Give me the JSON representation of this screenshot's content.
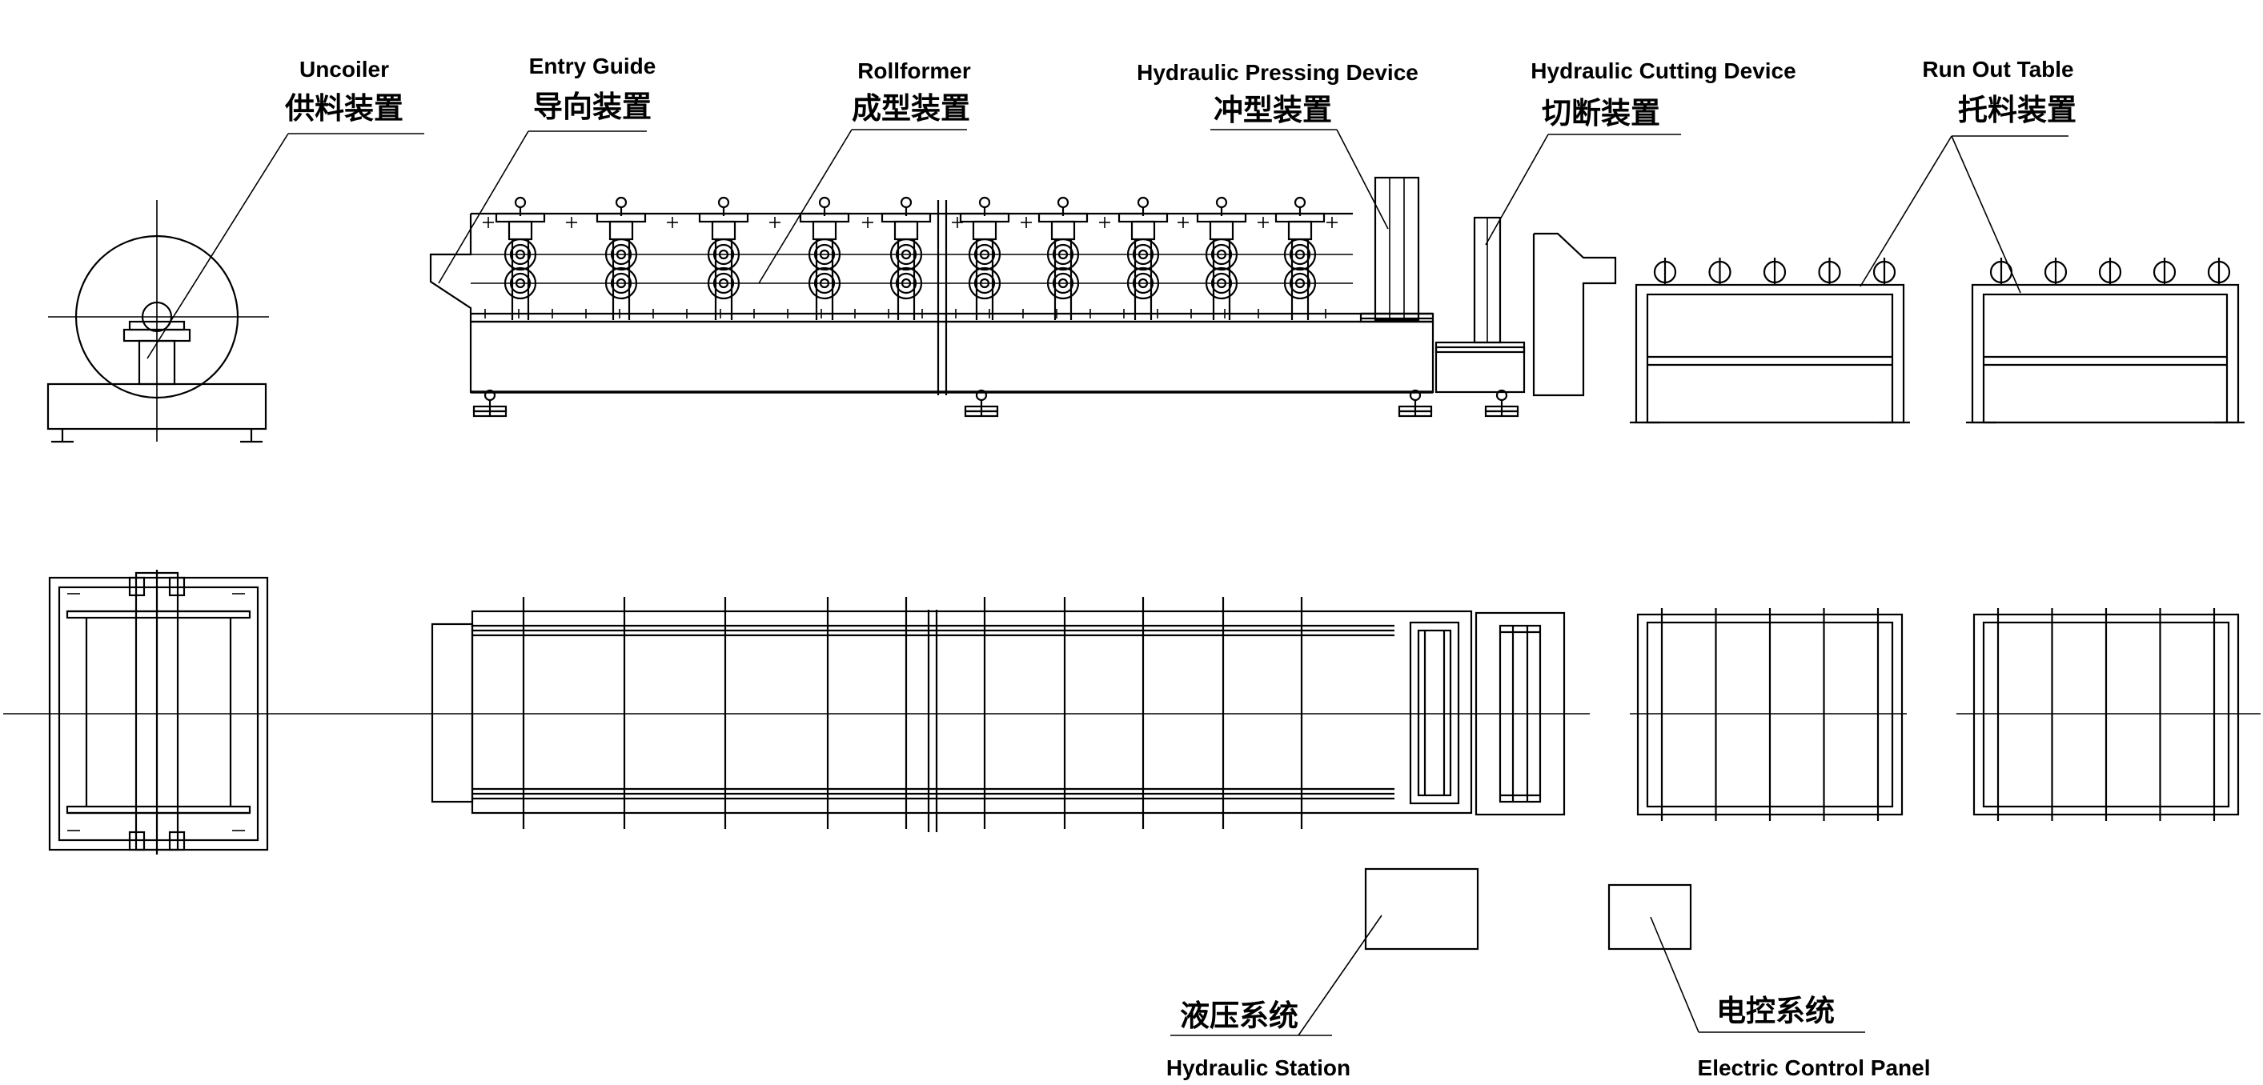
{
  "labels": {
    "uncoiler": {
      "en": "Uncoiler",
      "cn": "供料装置"
    },
    "entry_guide": {
      "en": "Entry Guide",
      "cn": "导向装置"
    },
    "rollformer": {
      "en": "Rollformer",
      "cn": "成型装置"
    },
    "hydraulic_pressing": {
      "en": "Hydraulic Pressing Device",
      "cn": "冲型装置"
    },
    "hydraulic_cutting": {
      "en": "Hydraulic Cutting Device",
      "cn": "切断装置"
    },
    "run_out_table": {
      "en": "Run Out Table",
      "cn": "托料装置"
    },
    "hydraulic_station": {
      "en": "Hydraulic Station",
      "cn": "液压系统"
    },
    "electric_panel": {
      "en": "Electric Control Panel",
      "cn": "电控系统"
    }
  }
}
